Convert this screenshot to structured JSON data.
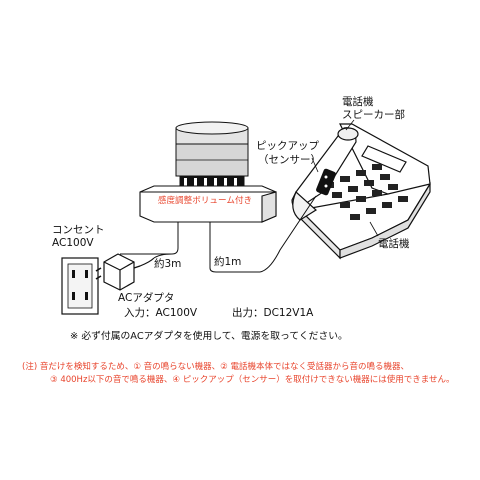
{
  "labels": {
    "phone_speaker": "電話機\nスピーカー部",
    "pickup": "ピックアップ",
    "sensor": "（センサー）",
    "volume": "感度調整ボリューム付き",
    "phone": "電話機",
    "outlet": "コンセント\nAC100V",
    "cable_3m": "約3m",
    "cable_1m": "約1m",
    "adapter": "ACアダプタ",
    "input": "入力：AC100V",
    "output": "出力：DC12V1A",
    "remark": "※ 必ず付属のACアダプタを使用して、電源を取ってください。"
  },
  "notes": [
    "(注) 音だけを検知するため、① 音の鳴らない機器、② 電話機本体ではなく受話器から音の鳴る機器、",
    "③ 400Hz以下の音で鳴る機器、④ ピックアップ（センサー）を取付けできない機器には使用できません。"
  ],
  "colors": {
    "note": "#e8442c",
    "ink": "#111111",
    "lamp_top": "#dcdcdc"
  }
}
